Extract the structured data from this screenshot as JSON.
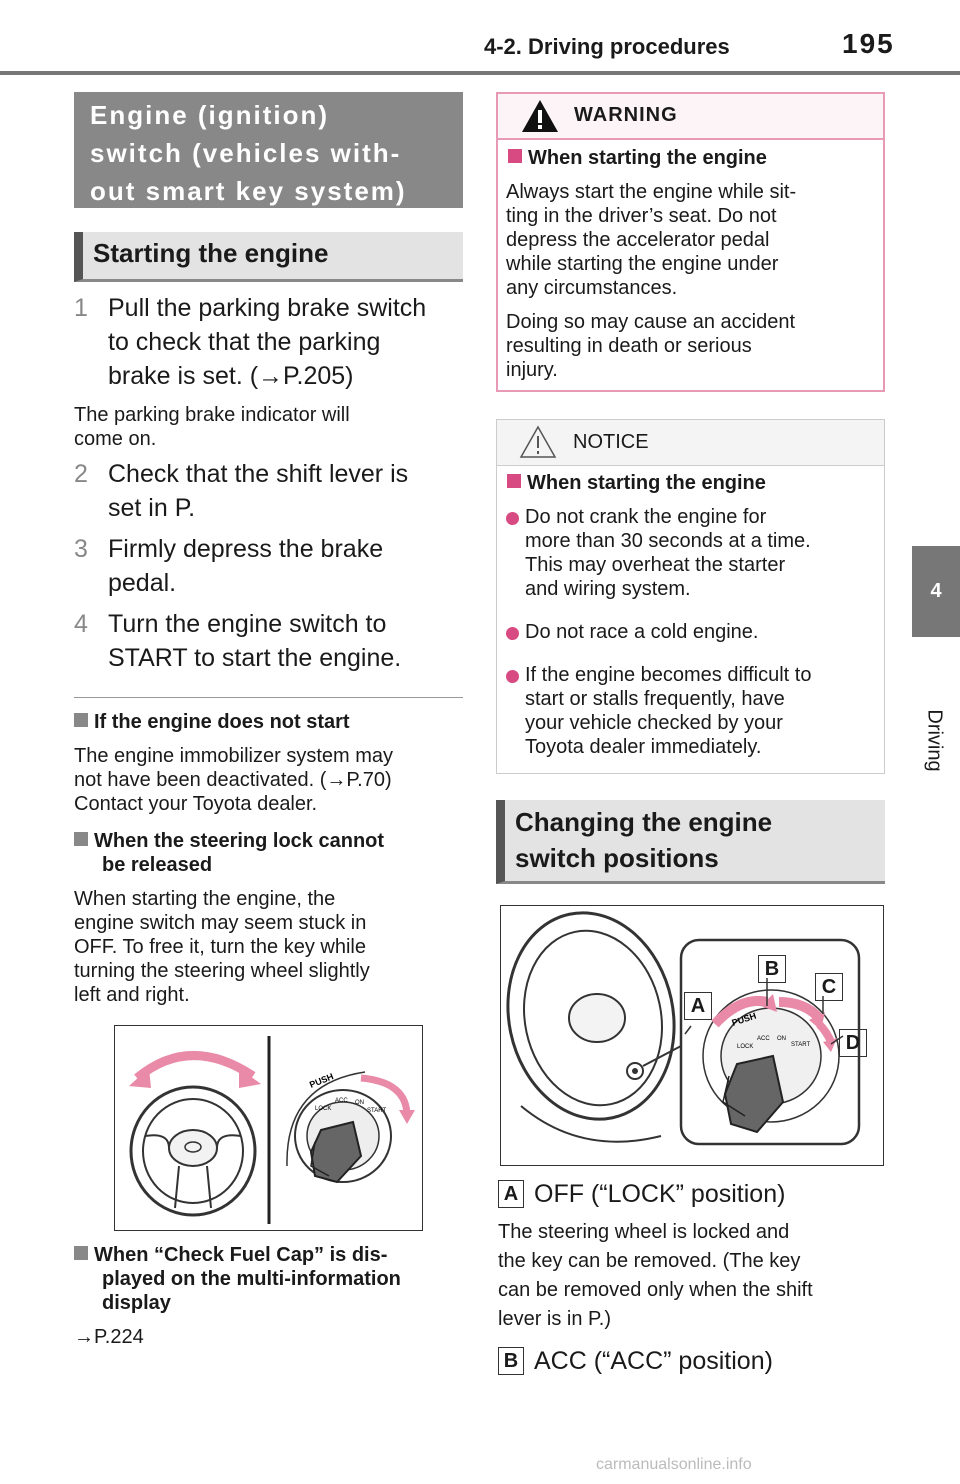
{
  "header": {
    "section": "4-2. Driving procedures",
    "page": "195"
  },
  "side_tab": {
    "number": "4",
    "label": "Driving"
  },
  "left": {
    "section_title": "Engine (ignition) switch (vehicles with-out smart key system)",
    "section_title_lines": [
      "Engine (ignition)",
      "switch (vehicles with-",
      "out smart key system)"
    ],
    "subheading": "Starting the engine",
    "steps": [
      {
        "num": "1",
        "lines": [
          "Pull the parking brake switch",
          "to check that the parking",
          "brake is set. (→P.205)"
        ]
      },
      {
        "num": "2",
        "lines": [
          "Check that the shift lever is",
          "set in P."
        ]
      },
      {
        "num": "3",
        "lines": [
          "Firmly depress the brake",
          "pedal."
        ]
      },
      {
        "num": "4",
        "lines": [
          "Turn the engine switch to",
          "START to start the engine."
        ]
      }
    ],
    "step1_note": [
      "The parking brake indicator will",
      "come on."
    ],
    "note1_title": "If the engine does not start",
    "note1_body": [
      "The engine immobilizer system may",
      "not have been deactivated. (→P.70)",
      "Contact your Toyota dealer."
    ],
    "note2_title": [
      "When the steering lock cannot",
      "be released"
    ],
    "note2_body": [
      "When starting the engine, the",
      "engine switch may seem stuck in",
      "OFF. To free it, turn the key while",
      "turning the steering wheel slightly",
      "left and right."
    ],
    "note3_title": [
      "When “Check Fuel Cap” is dis-",
      "played on the multi-information",
      "display"
    ],
    "note3_body": "→P.224",
    "figure1_labels": {
      "push": "PUSH",
      "lock": "LOCK",
      "acc": "ACC",
      "on": "ON",
      "start": "START"
    }
  },
  "warning": {
    "title": "WARNING",
    "subtitle": "When starting the engine",
    "para1": [
      "Always start the engine while sit-",
      "ting in the driver’s seat. Do not",
      "depress the accelerator pedal",
      "while starting the engine under",
      "any circumstances."
    ],
    "para2": [
      "Doing so may cause an accident",
      "resulting in death or serious",
      "injury."
    ]
  },
  "notice": {
    "title": "NOTICE",
    "subtitle": "When starting the engine",
    "bullets": [
      [
        "Do not crank the engine for",
        "more than 30 seconds at a time.",
        "This may overheat the starter",
        "and wiring system."
      ],
      [
        "Do not race a cold engine."
      ],
      [
        "If the engine becomes difficult to",
        "start or stalls frequently, have",
        "your vehicle checked by your",
        "Toyota dealer immediately."
      ]
    ]
  },
  "right": {
    "subheading_lines": [
      "Changing the engine",
      "switch positions"
    ],
    "callouts": [
      "A",
      "B",
      "C",
      "D"
    ],
    "figure2_labels": {
      "push": "PUSH",
      "lock": "LOCK",
      "acc": "ACC",
      "on": "ON",
      "start": "START"
    },
    "posA": {
      "label": "A",
      "text": "OFF (“LOCK” position)"
    },
    "posA_body": [
      "The steering wheel is locked and",
      "the key can be removed. (The key",
      "can be removed only when the shift",
      "lever is in P.)"
    ],
    "posB": {
      "label": "B",
      "text": "ACC (“ACC” position)"
    }
  },
  "watermark": "carmanualsonline.info",
  "colors": {
    "header_gray": "#777777",
    "warning_pink": "#e899b6",
    "bullet_pink": "#d84a82",
    "arrow_pink": "#e98aa8"
  }
}
